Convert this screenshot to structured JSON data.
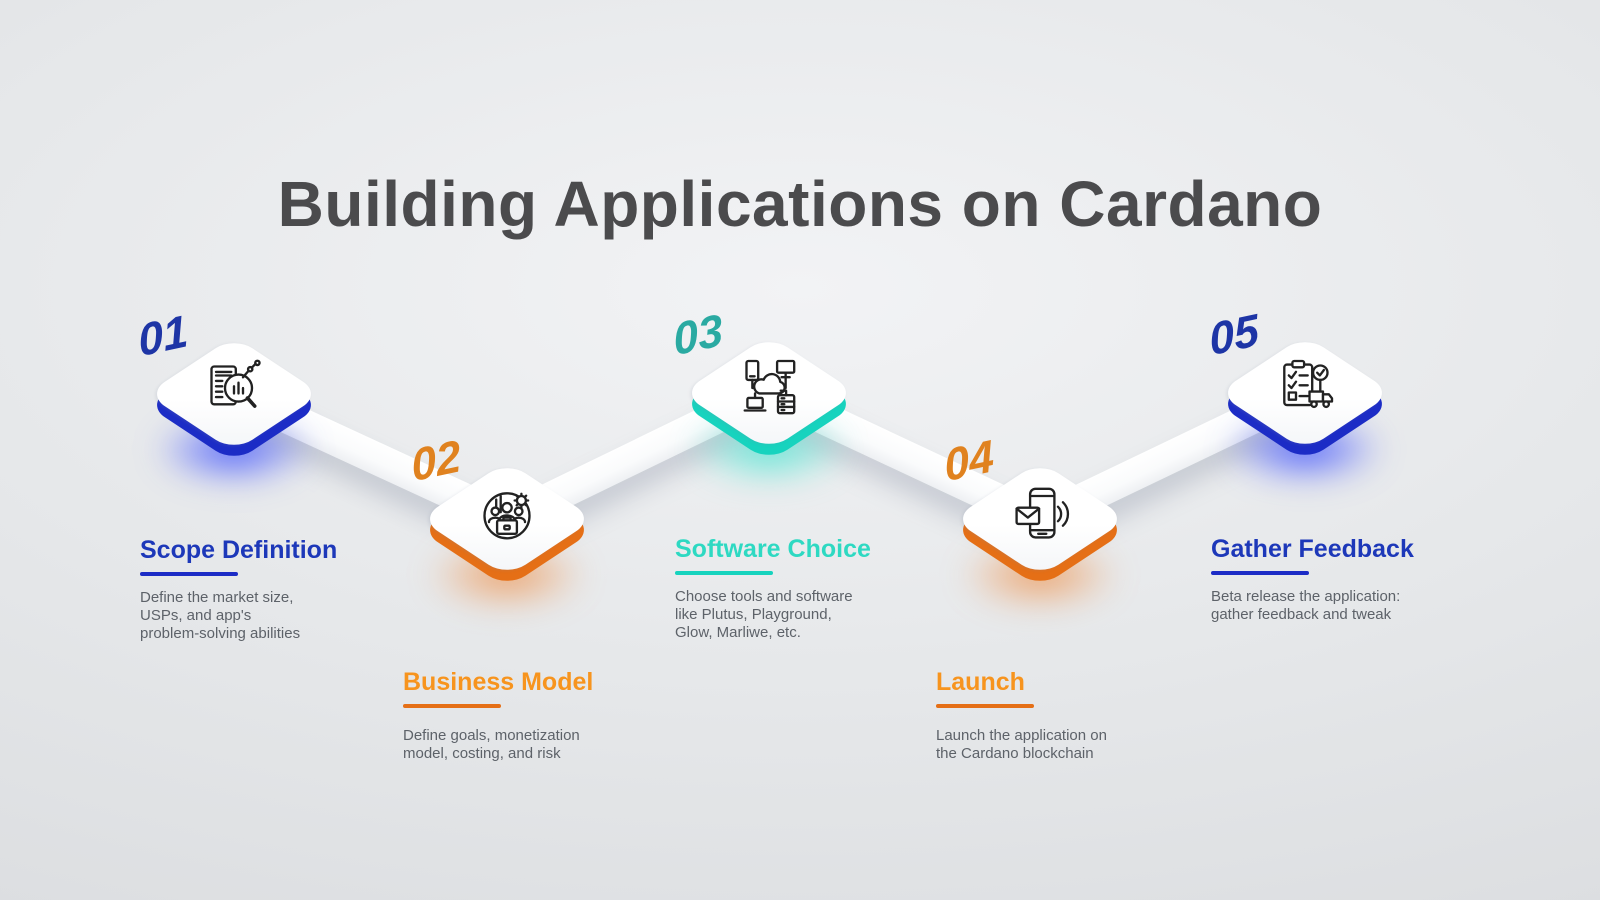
{
  "title": "Building Applications on Cardano",
  "colors": {
    "blue": "#1c2cc6",
    "orange": "#e56f16",
    "teal": "#17d3be",
    "heading_gray": "#4b4b4d",
    "body_gray": "#5d6269"
  },
  "steps": [
    {
      "number": "01",
      "title": "Scope Definition",
      "description": "Define the market size,\nUSPs, and app's\nproblem-solving abilities",
      "accent": "#1c2cc6",
      "icon": "market-analysis-icon"
    },
    {
      "number": "02",
      "title": "Business Model",
      "description": "Define goals, monetization\nmodel, costing, and risk",
      "accent": "#e56f16",
      "icon": "team-business-icon"
    },
    {
      "number": "03",
      "title": "Software Choice",
      "description": "Choose tools and software\nlike Plutus, Playground,\nGlow, Marliwe, etc.",
      "accent": "#17d3be",
      "icon": "cloud-network-icon"
    },
    {
      "number": "04",
      "title": "Launch",
      "description": "Launch the application on\nthe Cardano blockchain",
      "accent": "#e56f16",
      "icon": "phone-message-icon"
    },
    {
      "number": "05",
      "title": "Gather Feedback",
      "description": "Beta release the application:\ngather feedback and tweak",
      "accent": "#1c2cc6",
      "icon": "feedback-checklist-icon"
    }
  ]
}
